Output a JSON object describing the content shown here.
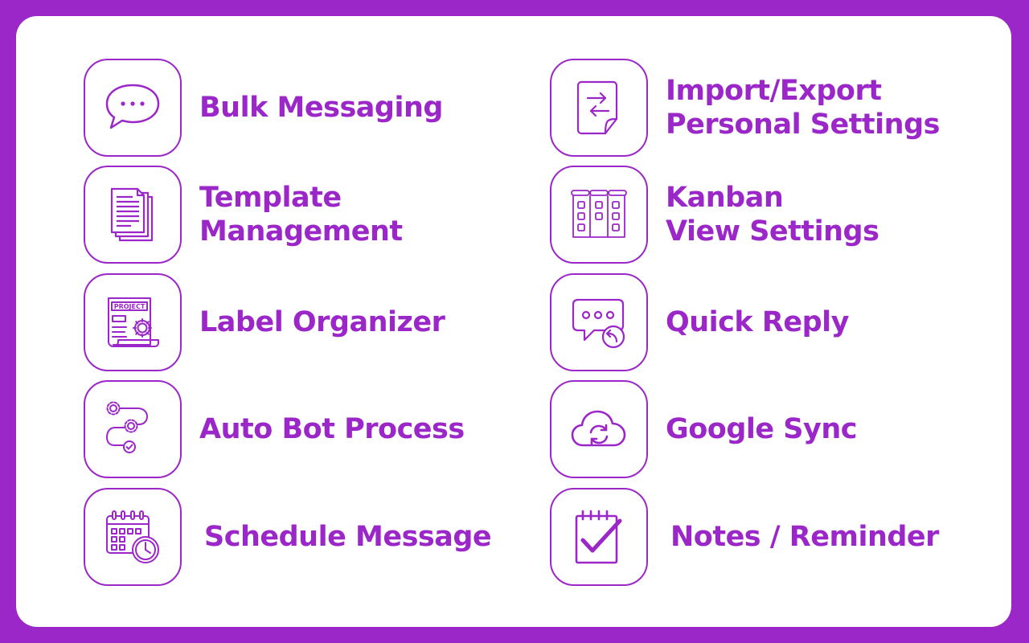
{
  "theme": {
    "accent": "#9b27c8",
    "background": "#ffffff"
  },
  "features": {
    "bulk_messaging": {
      "lines": [
        "Bulk Messaging"
      ],
      "icon": "chat-bubble-icon"
    },
    "template_management": {
      "lines": [
        "Template",
        "Management"
      ],
      "icon": "documents-stack-icon"
    },
    "label_organizer": {
      "lines": [
        "Label Organizer"
      ],
      "icon": "project-scroll-gear-icon",
      "icon_text": "PROJECT"
    },
    "auto_bot_process": {
      "lines": [
        "Auto Bot Process"
      ],
      "icon": "gears-process-icon"
    },
    "schedule_message": {
      "lines": [
        "Schedule Message"
      ],
      "icon": "calendar-clock-icon"
    },
    "import_export": {
      "lines": [
        "Import/Export",
        "Personal Settings"
      ],
      "icon": "file-transfer-icon"
    },
    "kanban_view": {
      "lines": [
        "Kanban",
        "View Settings"
      ],
      "icon": "kanban-board-icon"
    },
    "quick_reply": {
      "lines": [
        "Quick Reply"
      ],
      "icon": "chat-reply-icon"
    },
    "google_sync": {
      "lines": [
        "Google Sync"
      ],
      "icon": "cloud-sync-icon"
    },
    "notes_reminder": {
      "lines": [
        "Notes / Reminder"
      ],
      "icon": "notepad-check-icon"
    }
  }
}
